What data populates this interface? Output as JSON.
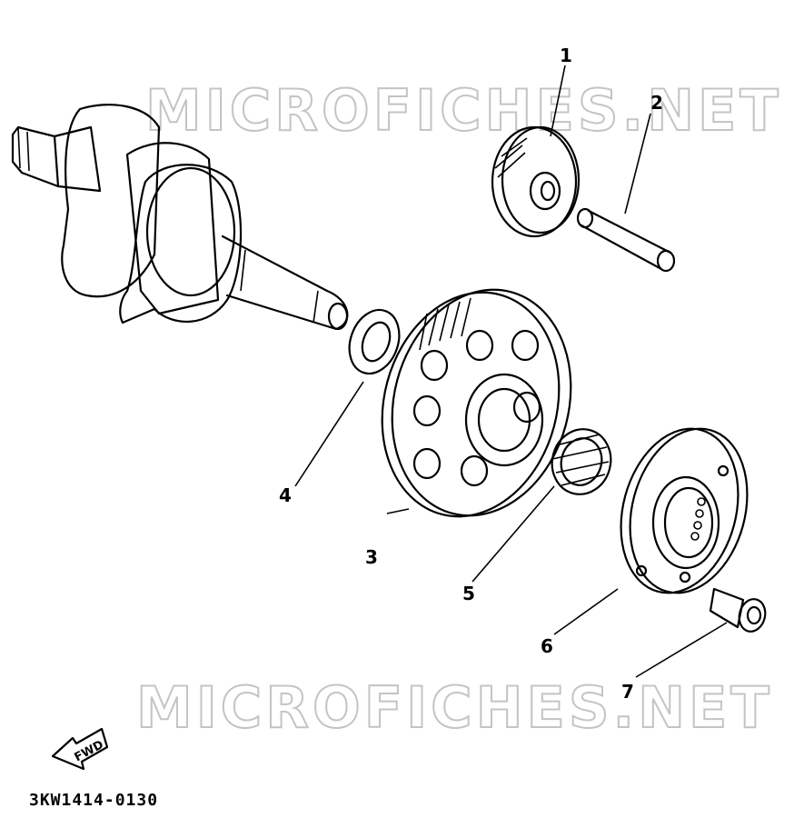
{
  "watermark": {
    "top": "MICROFICHES.NET",
    "bottom": "MICROFICHES.NET"
  },
  "callouts": [
    "1",
    "2",
    "3",
    "4",
    "5",
    "6",
    "7"
  ],
  "direction_badge": "FWD",
  "diagram_code": "3KW1414-0130"
}
